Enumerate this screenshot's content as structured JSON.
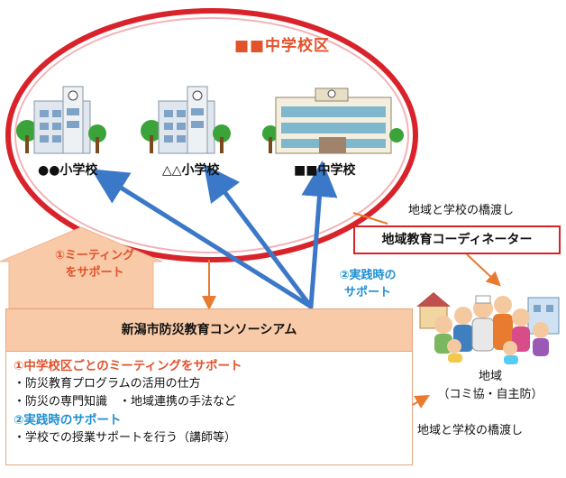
{
  "district": {
    "title": "■■中学校区"
  },
  "schools": [
    {
      "label": "●●小学校"
    },
    {
      "label": "△△小学校"
    },
    {
      "label": "■■中学校"
    }
  ],
  "coordinator": {
    "label": "地域教育コーディネーター"
  },
  "bridge_text_top": "地域と学校の橋渡し",
  "bridge_text_bottom": "地域と学校の橋渡し",
  "arrow1": {
    "line1": "①ミーティング",
    "line2": "をサポート"
  },
  "arrow2": {
    "line1": "②実践時の",
    "line2": "サポート"
  },
  "consortium": {
    "title": "新潟市防災教育コンソーシアム",
    "section1_heading": "①中学校区ごとのミーティングをサポート",
    "section1_items": [
      "・防災教育プログラムの活用の仕方",
      "・防災の専門知識　・地域連携の手法など"
    ],
    "section2_heading": "②実践時のサポート",
    "section2_items": [
      "・学校での授業サポートを行う（講師等）"
    ]
  },
  "community": {
    "line1": "地域",
    "line2": "（コミ協・自主防）"
  },
  "colors": {
    "red": "#d9232a",
    "orange": "#e2522b",
    "peach": "#f8caa8",
    "blue": "#1f8fd1"
  }
}
